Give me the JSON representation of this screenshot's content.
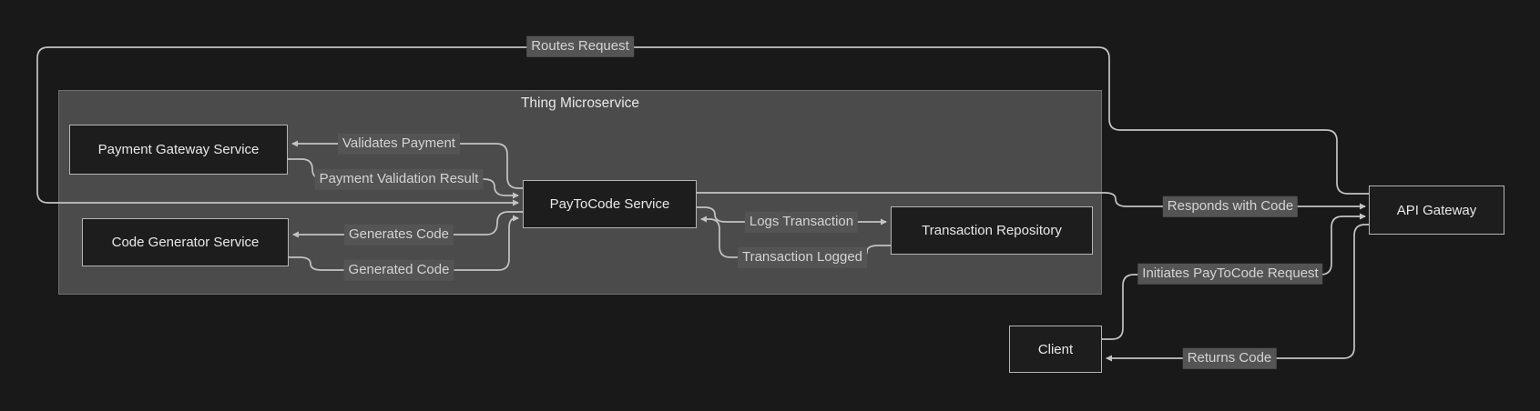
{
  "diagram": {
    "type": "flowchart",
    "subgraph": {
      "label": "Thing Microservice"
    },
    "nodes": [
      {
        "id": "payment-gateway-service",
        "label": "Payment Gateway Service",
        "group": "Thing Microservice"
      },
      {
        "id": "code-generator-service",
        "label": "Code Generator Service",
        "group": "Thing Microservice"
      },
      {
        "id": "paytocode-service",
        "label": "PayToCode Service",
        "group": "Thing Microservice"
      },
      {
        "id": "transaction-repository",
        "label": "Transaction Repository",
        "group": null
      },
      {
        "id": "api-gateway",
        "label": "API Gateway",
        "group": null
      },
      {
        "id": "client",
        "label": "Client",
        "group": null
      }
    ],
    "edges": [
      {
        "from": "api-gateway",
        "to": "paytocode-service",
        "label": "Routes Request"
      },
      {
        "from": "paytocode-service",
        "to": "payment-gateway-service",
        "label": "Validates Payment"
      },
      {
        "from": "payment-gateway-service",
        "to": "paytocode-service",
        "label": "Payment Validation Result"
      },
      {
        "from": "paytocode-service",
        "to": "code-generator-service",
        "label": "Generates Code"
      },
      {
        "from": "code-generator-service",
        "to": "paytocode-service",
        "label": "Generated Code"
      },
      {
        "from": "paytocode-service",
        "to": "transaction-repository",
        "label": "Logs Transaction"
      },
      {
        "from": "transaction-repository",
        "to": "paytocode-service",
        "label": "Transaction Logged"
      },
      {
        "from": "paytocode-service",
        "to": "api-gateway",
        "label": "Responds with Code"
      },
      {
        "from": "client",
        "to": "api-gateway",
        "label": "Initiates PayToCode Request"
      },
      {
        "from": "api-gateway",
        "to": "client",
        "label": "Returns Code"
      }
    ],
    "colors": {
      "background": "#191919",
      "subgraph_fill": "#4b4b4b",
      "subgraph_border": "#6f6f6f",
      "node_fill": "#1d1d1d",
      "node_border": "#b5b5b5",
      "node_text": "#e8e8e8",
      "edge_line": "#c4c4c4",
      "edge_label_bg": "#545454",
      "edge_label_text": "#d4d4d4",
      "title_text": "#e8e8e8"
    }
  }
}
